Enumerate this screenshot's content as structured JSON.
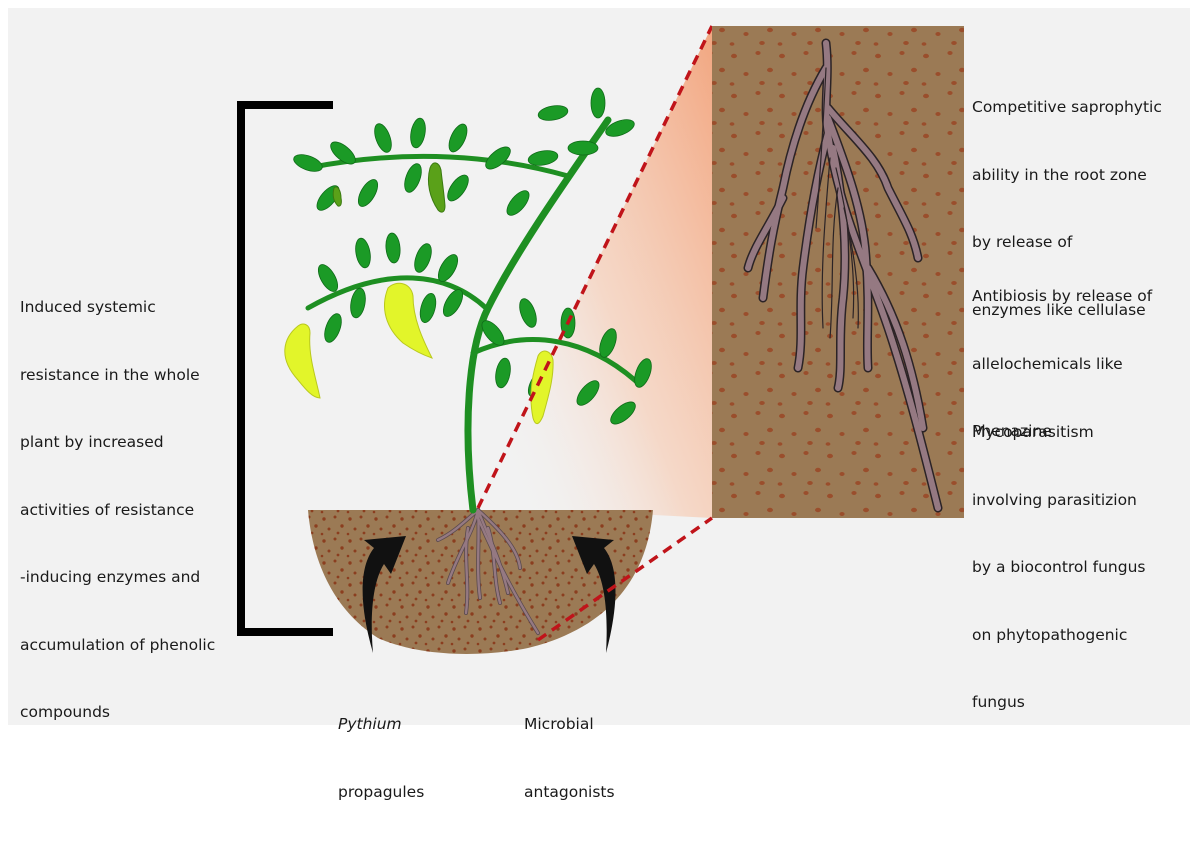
{
  "left_note": {
    "lines": [
      "Induced systemic",
      "resistance in the whole",
      "plant by increased",
      "activities of resistance",
      "-inducing enzymes and",
      "accumulation of phenolic",
      "compounds"
    ]
  },
  "right_notes": {
    "saprophytic": [
      "Competitive saprophytic",
      "ability in the root zone",
      "by release of",
      "enzymes like cellulase"
    ],
    "antibiosis": [
      "Antibiosis by release of",
      "allelochemicals like",
      "Phenazine"
    ],
    "mycoparasitism": [
      "Mycoparasitism",
      "involving parasitizion",
      "by a biocontrol fungus",
      "on phytopathogenic",
      "fungus"
    ]
  },
  "bottom_labels": {
    "pythium": {
      "italic": "Pythium",
      "rest": "propagules"
    },
    "antagonists": [
      "Microbial",
      "antagonists"
    ]
  },
  "colors": {
    "soil": "#9b7a55",
    "soil_dots": "#8b3e1f",
    "root": "#957982",
    "stem": "#1e8f22",
    "leaf": "#1b9a26",
    "pepper_yellow": "#e2f52a",
    "pepper_green": "#5aa119",
    "zoom_line": "#c0141a",
    "bracket": "#000000"
  }
}
